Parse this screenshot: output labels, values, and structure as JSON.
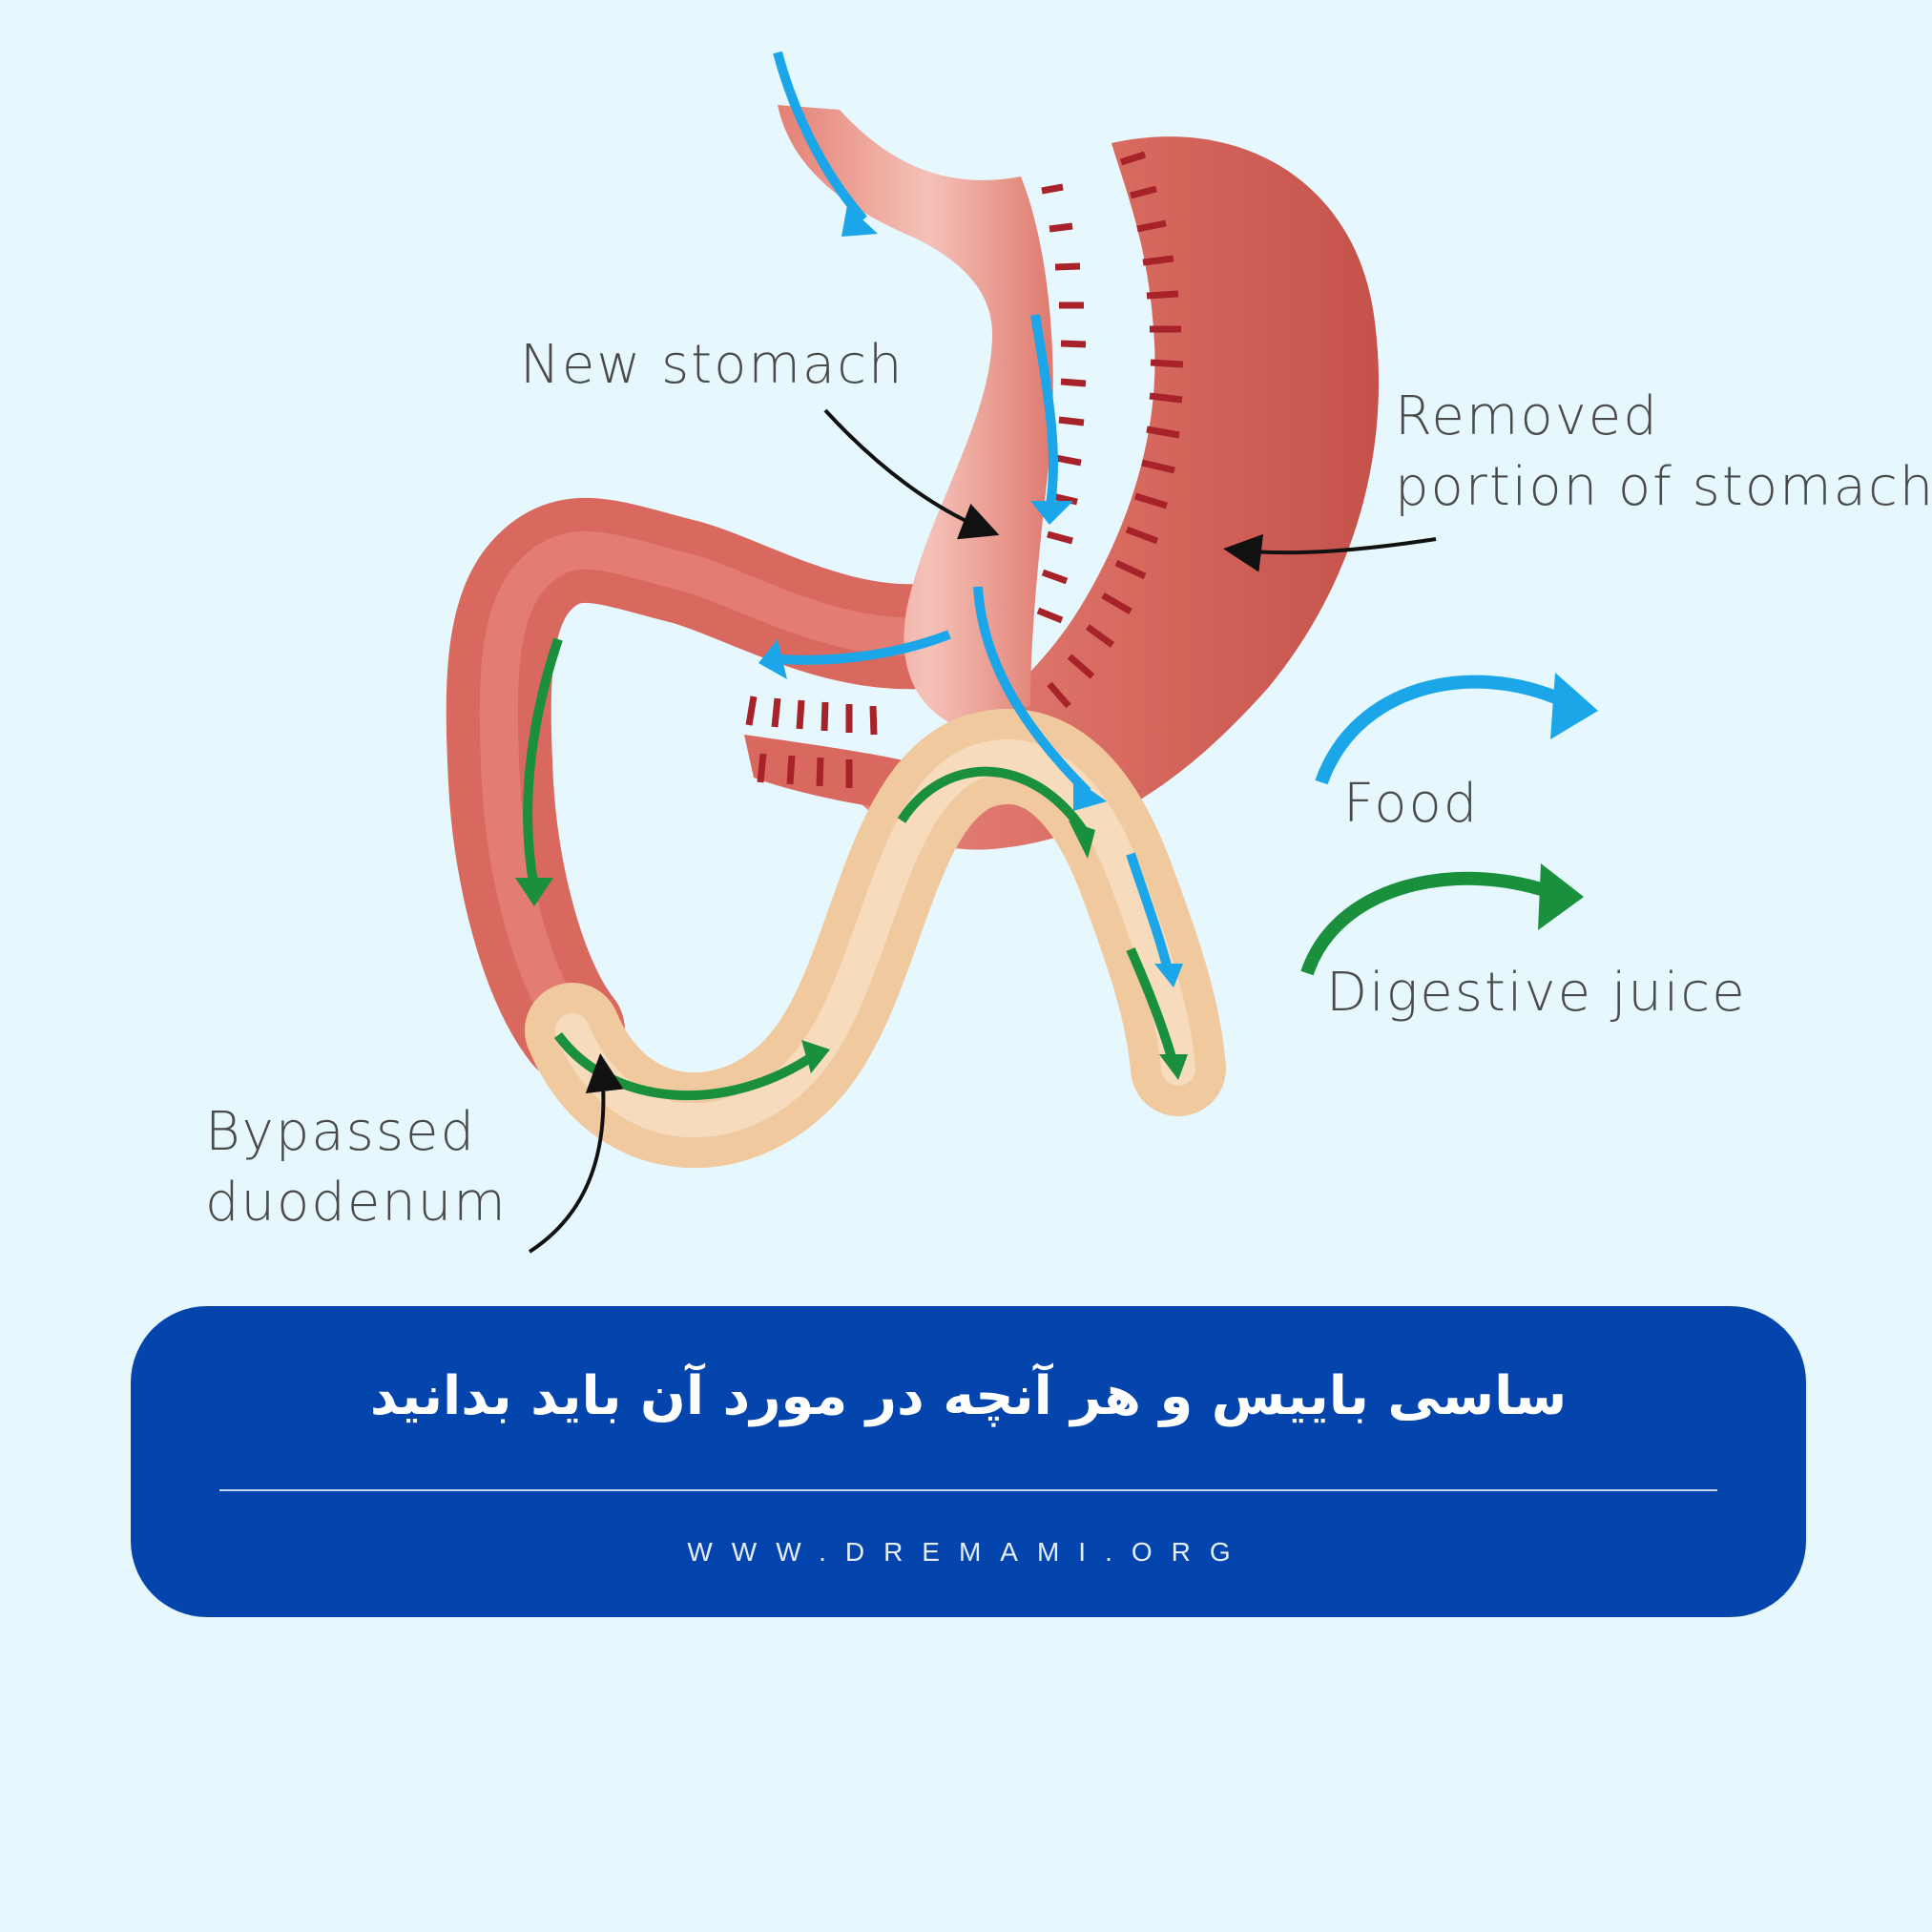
{
  "labels": {
    "new_stomach": "New stomach",
    "removed_line1": "Removed",
    "removed_line2": "portion of stomach",
    "bypassed_line1": "Bypassed",
    "bypassed_line2": "duodenum",
    "food": "Food",
    "digestive_juice": "Digestive juice"
  },
  "legend": {
    "food_color": "#1aa6e8",
    "juice_color": "#1a8f3c"
  },
  "colors": {
    "stomach": "#d9695f",
    "intestine_tan": "#f2d0a8",
    "background": "#e6f8fe",
    "banner": "#0445ad"
  },
  "banner": {
    "title": "ساسی باییس و هر آنچه در مورد آن باید بدانید",
    "url": "WWW.DREMAMI.ORG"
  }
}
